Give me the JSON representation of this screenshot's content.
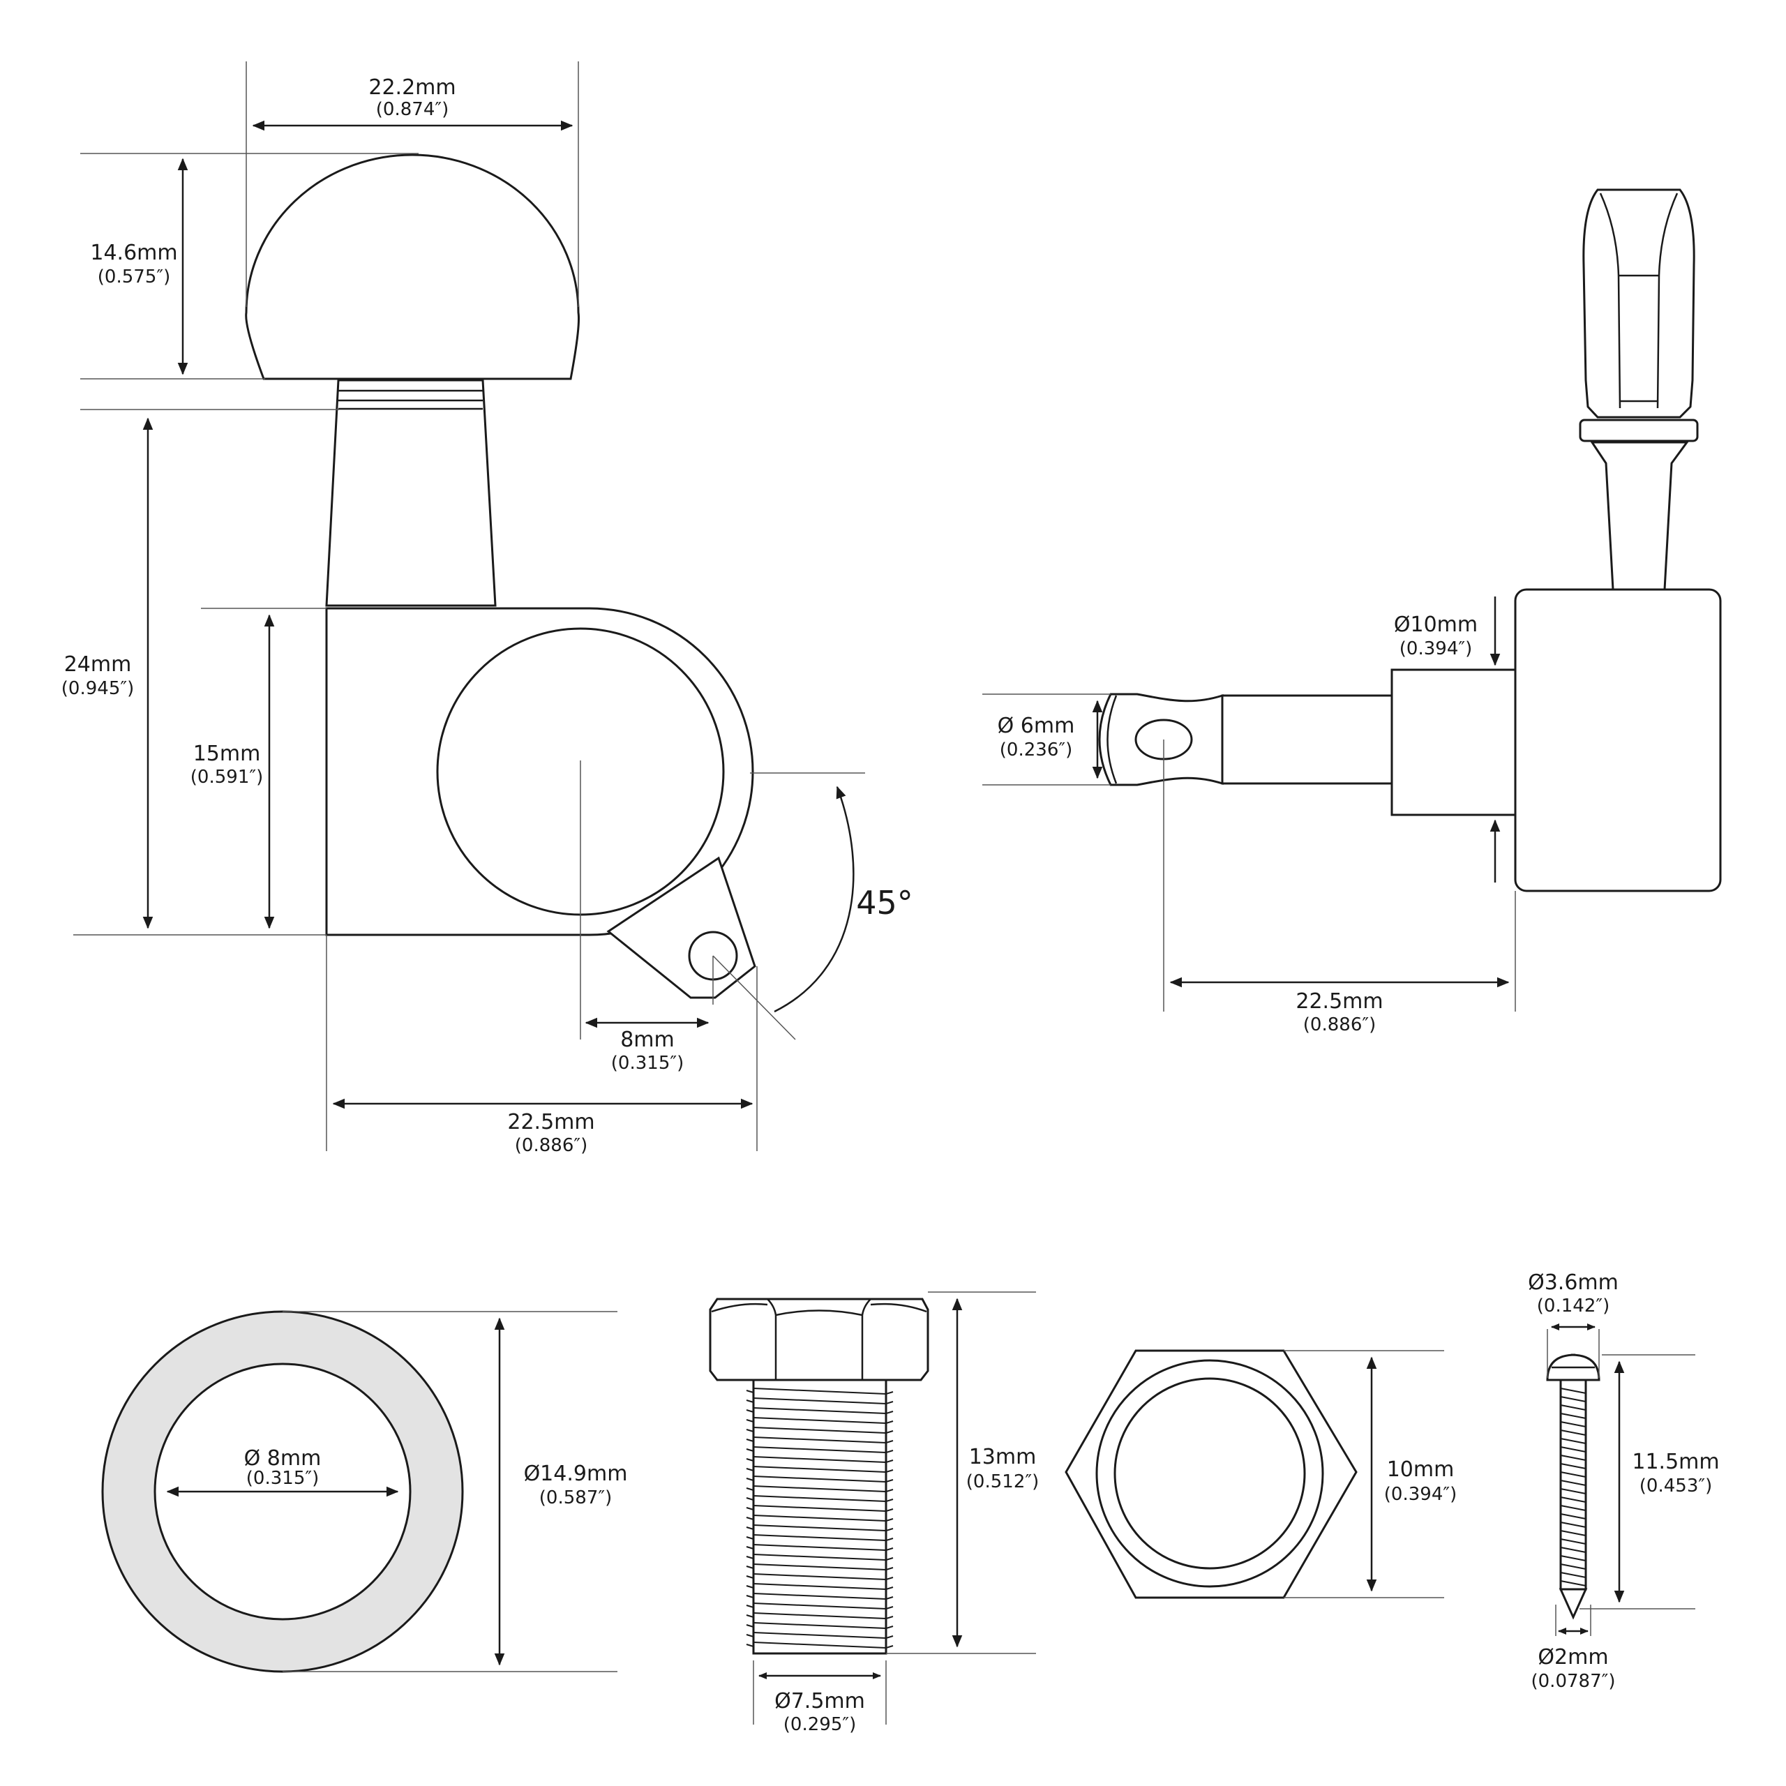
{
  "colors": {
    "stroke": "#1a1a1a",
    "washer_fill": "#e3e3e3",
    "background": "#ffffff"
  },
  "front_view": {
    "button_width": {
      "mm": "22.2mm",
      "in": "(0.874″)"
    },
    "button_height": {
      "mm": "14.6mm",
      "in": "(0.575″)"
    },
    "total_height": {
      "mm": "24mm",
      "in": "(0.945″)"
    },
    "housing_height": {
      "mm": "15mm",
      "in": "(0.591″)"
    },
    "screw_offset": {
      "mm": "8mm",
      "in": "(0.315″)"
    },
    "housing_width": {
      "mm": "22.5mm",
      "in": "(0.886″)"
    },
    "tab_angle": "45°"
  },
  "side_view": {
    "bushing_diameter": {
      "mm": "Ø10mm",
      "in": "(0.394″)"
    },
    "post_diameter": {
      "mm": "Ø 6mm",
      "in": "(0.236″)"
    },
    "post_length": {
      "mm": "22.5mm",
      "in": "(0.886″)"
    }
  },
  "washer": {
    "inner_diameter": {
      "mm": "Ø 8mm",
      "in": "(0.315″)"
    },
    "outer_diameter": {
      "mm": "Ø14.9mm",
      "in": "(0.587″)"
    }
  },
  "bushing": {
    "length": {
      "mm": "13mm",
      "in": "(0.512″)"
    },
    "thread_diameter": {
      "mm": "Ø7.5mm",
      "in": "(0.295″)"
    }
  },
  "hex_nut": {
    "width": {
      "mm": "10mm",
      "in": "(0.394″)"
    }
  },
  "screw": {
    "head_diameter": {
      "mm": "Ø3.6mm",
      "in": "(0.142″)"
    },
    "length": {
      "mm": "11.5mm",
      "in": "(0.453″)"
    },
    "tip_diameter": {
      "mm": "Ø2mm",
      "in": "(0.0787″)"
    }
  }
}
